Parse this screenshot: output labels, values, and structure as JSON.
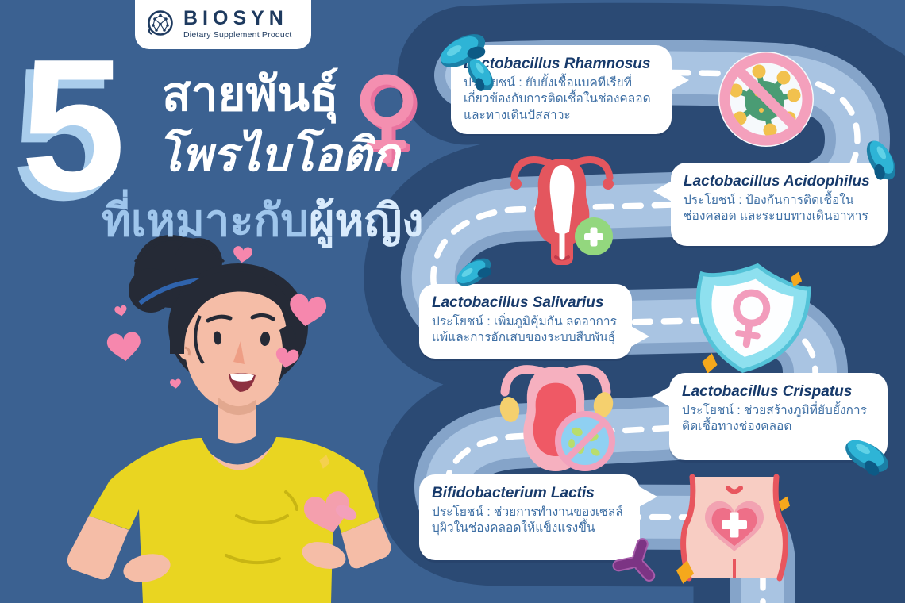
{
  "logo": {
    "name": "BIOSYN",
    "tagline": "Dietary Supplement Product"
  },
  "title": {
    "number": "5",
    "line1": "สายพันธุ์",
    "line2": "โพรไบโอติก",
    "line3_normal": "ที่เหมาะกับ",
    "line3_highlight": "ผู้หญิง"
  },
  "callouts": [
    {
      "name": "Lactobacillus Rhamnosus",
      "benefit": "ประโยชน์ : ยับยั้งเชื้อแบคทีเรียที่​เกี่ยวข้องกับการติดเชื้อในช่องคลอด และ​ทางเดินปัสสาวะ"
    },
    {
      "name": "Lactobacillus Acidophilus",
      "benefit": "ประโยชน์ : ป้องกันการติดเชื้อใน​ช่องคลอด และระบบทางเดินอาหาร"
    },
    {
      "name": "Lactobacillus Salivarius",
      "benefit": "ประโยชน์ : เพิ่มภูมิคุ้มกัน ลดอาการแพ้​และการอักเสบของระบบสืบพันธุ์"
    },
    {
      "name": "Lactobacillus Crispatus",
      "benefit": "ประโยชน์ : ช่วยสร้างภูมิที่ยับยั้ง​การติดเชื้อทางช่องคลอด"
    },
    {
      "name": "Bifidobacterium Lactis",
      "benefit": "ประโยชน์ : ช่วยการทำงานของเซลล์​บุผิวในช่องคลอดให้แข็งแรงขึ้น"
    }
  ],
  "icons": [
    "biosyn-brain-icon",
    "female-symbol-icon",
    "no-virus-icon",
    "uterus-plus-icon",
    "female-shield-icon",
    "uterus-bacteria-icon",
    "pelvis-heart-icon",
    "probiotic-bacteria-icon",
    "heart-icon"
  ],
  "colors": {
    "background": "#3b6191",
    "intestine_dark": "#2b4a74",
    "path_outer": "#85a4c9",
    "path_inner": "#a9c4e2",
    "dash": "#ffffff",
    "box_title": "#173a6b",
    "box_text": "#3f70a5",
    "pink": "#f48fb0",
    "teal_bacteria": "#2eb4d6",
    "shirt_yellow": "#e9d521",
    "sparkle_orange": "#f5a81c"
  }
}
